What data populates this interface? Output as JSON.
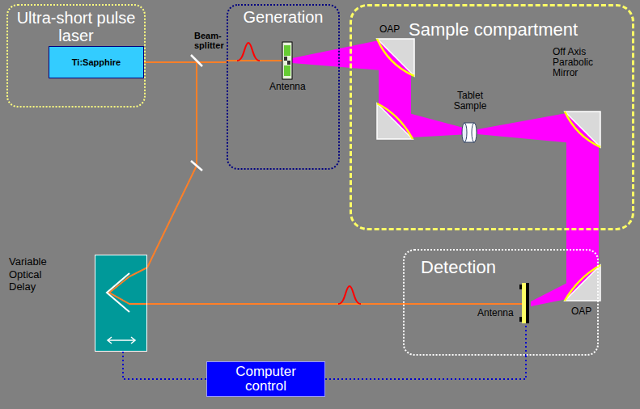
{
  "diagram": {
    "nodes": [
      {
        "text": [
          "Ultra-short pulse laser"
        ]
      },
      {
        "text": [
          "Ti:Sapphire"
        ],
        "in": 0
      },
      {
        "text": [
          "Generation"
        ]
      },
      {
        "text": [
          "Sample compartment"
        ]
      },
      {
        "text": [
          "Detection"
        ]
      },
      {
        "text": [
          "Variable Optical Delay"
        ]
      },
      {
        "text": [
          "Computer control"
        ]
      }
    ],
    "edges": [
      {
        "from": 1,
        "to": 2,
        "arrow": "none"
      },
      {
        "from": 1,
        "to": 5,
        "arrow": "none"
      },
      {
        "from": 5,
        "to": 4,
        "arrow": "none"
      },
      {
        "from": 6,
        "to": 5,
        "arrow": "none"
      },
      {
        "from": 6,
        "to": 4,
        "arrow": "none"
      }
    ],
    "labels": [
      "Beam- splitter",
      "Antenna",
      "OAP",
      "Tablet Sample",
      "Off Axis Parabolic Mirror",
      "Antenna",
      "OAP"
    ]
  }
}
